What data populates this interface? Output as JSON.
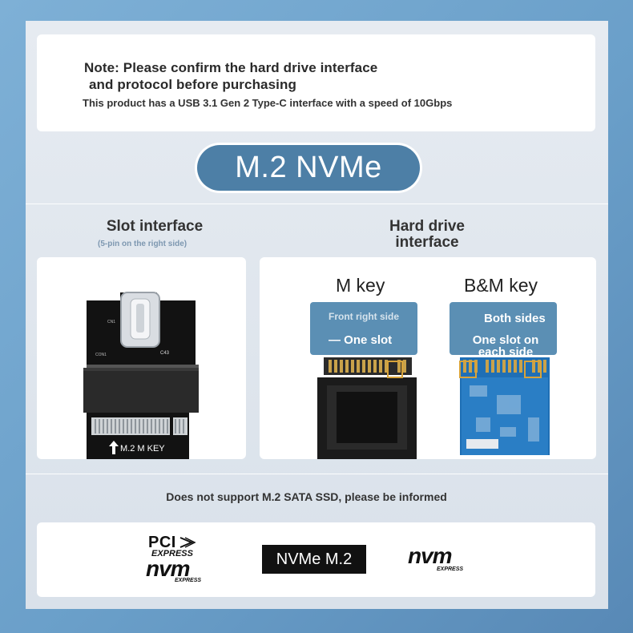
{
  "note": {
    "title_line1": "Note: Please confirm the hard drive interface",
    "title_line2": "and protocol before purchasing",
    "subtitle": "This product has a USB 3.1 Gen 2 Type-C interface with a speed of 10Gbps"
  },
  "badge": "M.2 NVMe",
  "slot_section": {
    "heading": "Slot interface",
    "subheading": "(5-pin on the right side)",
    "board_labels": {
      "cn1_top": "CN1",
      "cn1_left": "CON1",
      "c43": "C43",
      "mkey": "M.2 M KEY"
    }
  },
  "drive_section": {
    "heading_line1": "Hard drive",
    "heading_line2": "interface",
    "m_key": {
      "title": "M key",
      "side_label": "Front right side",
      "slot_label": "One slot"
    },
    "bm_key": {
      "title": "B&M key",
      "side_label": "Both sides",
      "slot_label": "One slot on each side"
    }
  },
  "unsupported": "Does not support M.2 SATA SSD, please be informed",
  "logos": {
    "pci": "PCI",
    "express": "EXPRESS",
    "nvm": "nvm",
    "nvm_express": "EXPRESS",
    "nvme_m2": "NVMe M.2",
    "nvm2": "nvm",
    "nvm2_express": "EXPRESS"
  },
  "colors": {
    "accent": "#4d7fa6",
    "background": "#6a9fc9",
    "panel": "#ffffff"
  }
}
